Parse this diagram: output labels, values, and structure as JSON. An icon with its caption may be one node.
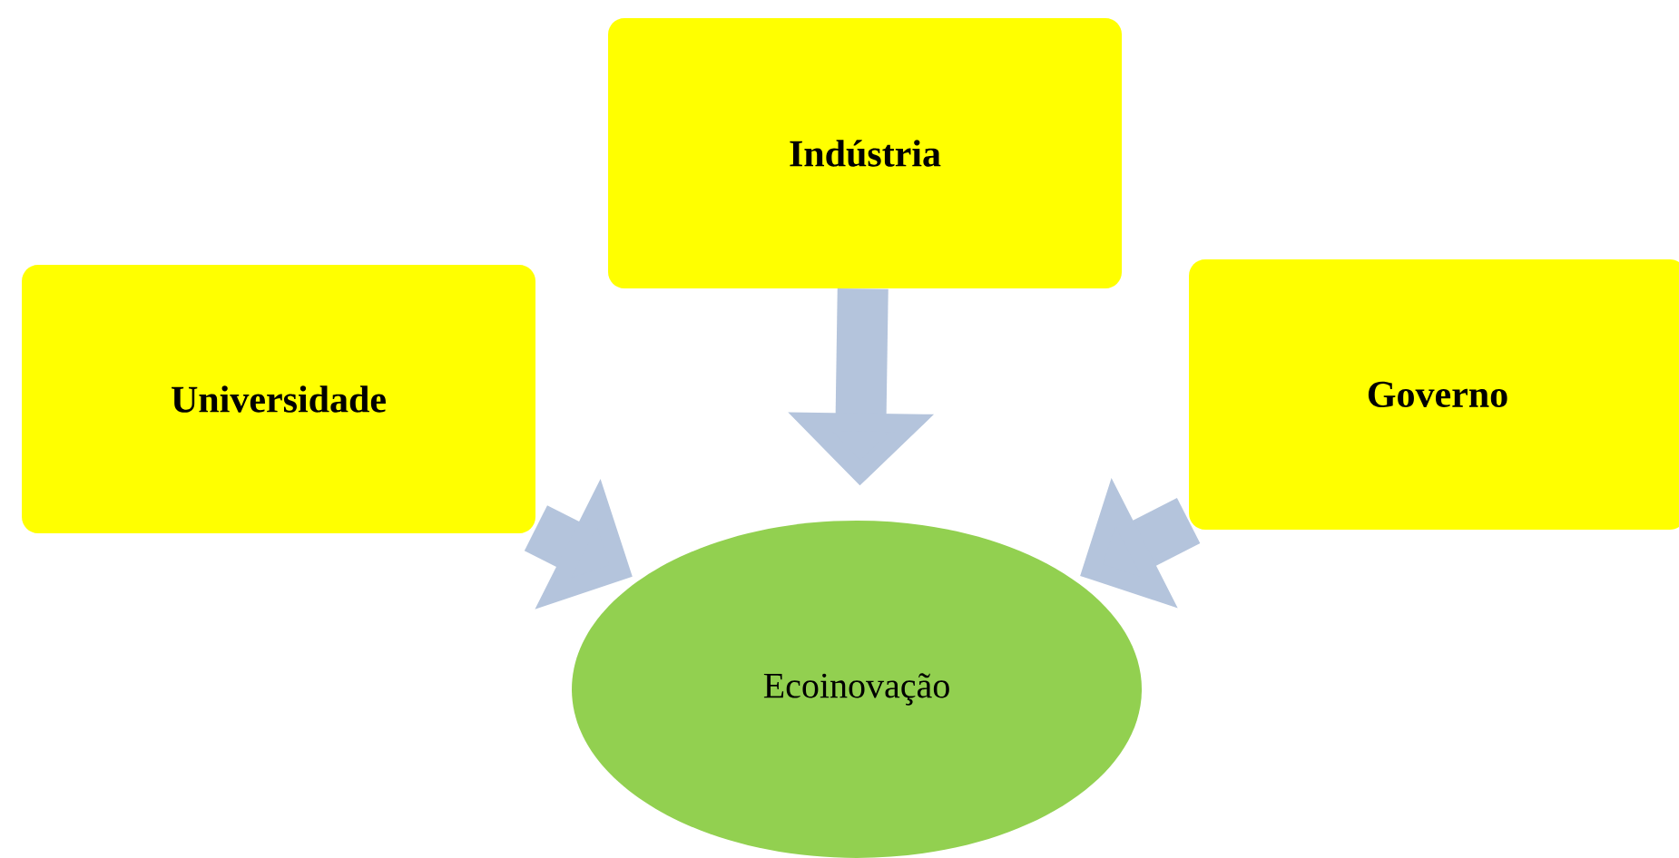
{
  "diagram": {
    "nodes": [
      {
        "text": [
          "Universidade"
        ]
      },
      {
        "text": [
          "Indústria"
        ]
      },
      {
        "text": [
          "Governo"
        ]
      },
      {
        "text": [
          "Ecoinovação"
        ]
      }
    ],
    "edges": [
      {
        "from": 0,
        "to": 3,
        "arrow": "to"
      },
      {
        "from": 1,
        "to": 3,
        "arrow": "to"
      },
      {
        "from": 2,
        "to": 3,
        "arrow": "to"
      }
    ]
  }
}
